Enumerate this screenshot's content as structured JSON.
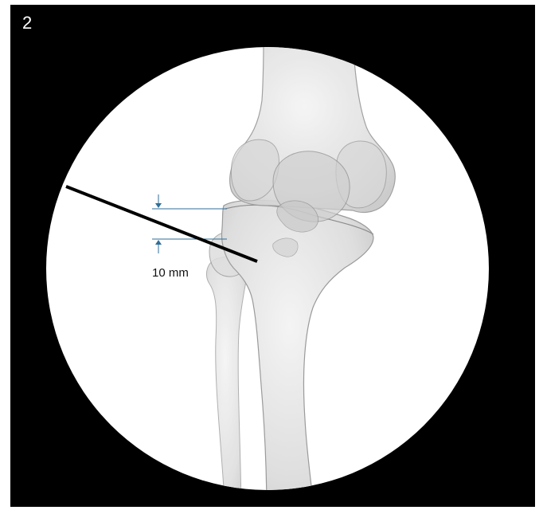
{
  "figure": {
    "step_number": "2",
    "measurement_label": "10 mm",
    "colors": {
      "background": "#000000",
      "circle": "#ffffff",
      "bone_fill": "#e4e4e4",
      "bone_outline": "#9a9a9a",
      "guide_line": "#2f6e9a",
      "wire": "#000000"
    },
    "icons": [
      "bone-illustration",
      "k-wire",
      "dimension-arrow"
    ]
  }
}
